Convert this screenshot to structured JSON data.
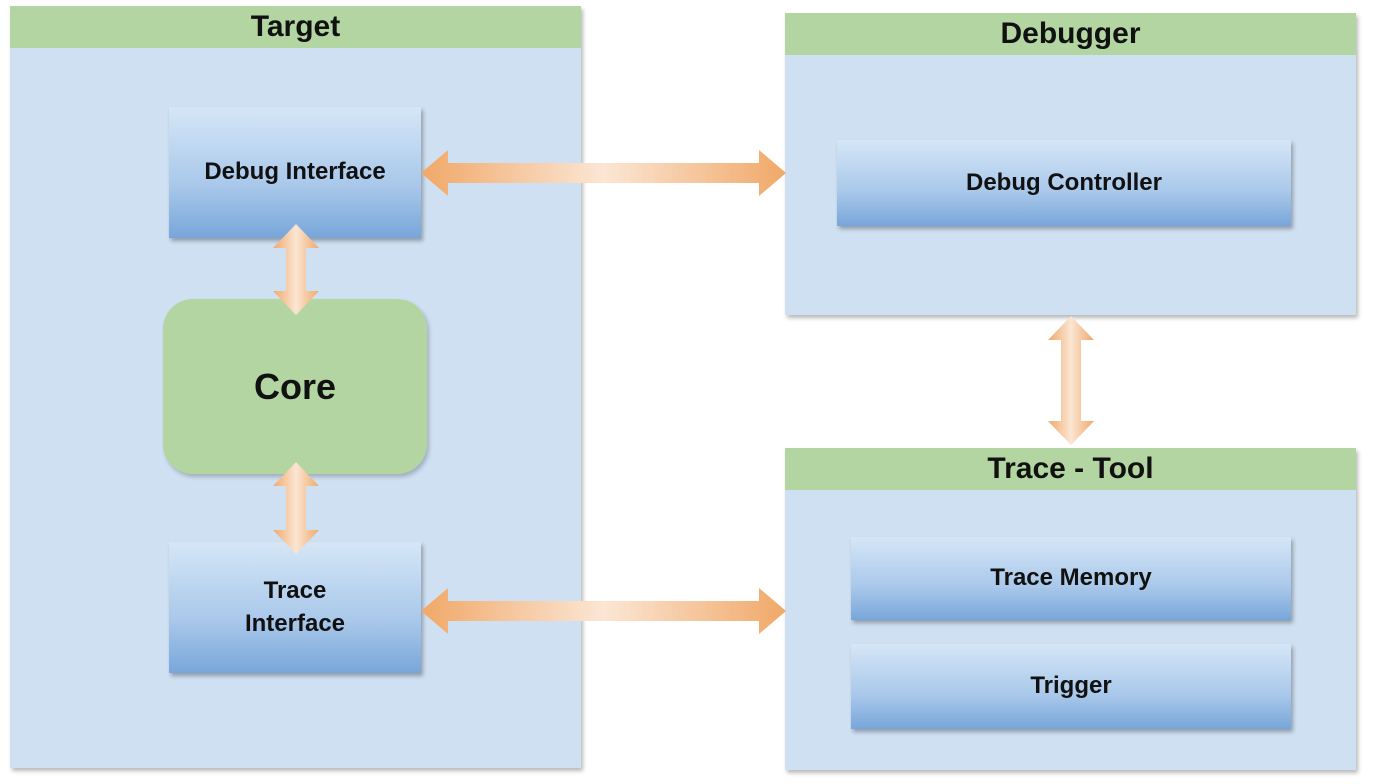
{
  "target": {
    "title": "Target",
    "debug_interface": "Debug Interface",
    "core": "Core",
    "trace_interface": "Trace\nInterface"
  },
  "debugger": {
    "title": "Debugger",
    "debug_controller": "Debug Controller"
  },
  "trace_tool": {
    "title": "Trace - Tool",
    "trace_memory": "Trace Memory",
    "trigger": "Trigger"
  },
  "colors": {
    "panel": "#cfe0f2",
    "header": "#b3d5a1",
    "arrow_edge": "#f0a868",
    "arrow_center": "#fbe6d4"
  }
}
